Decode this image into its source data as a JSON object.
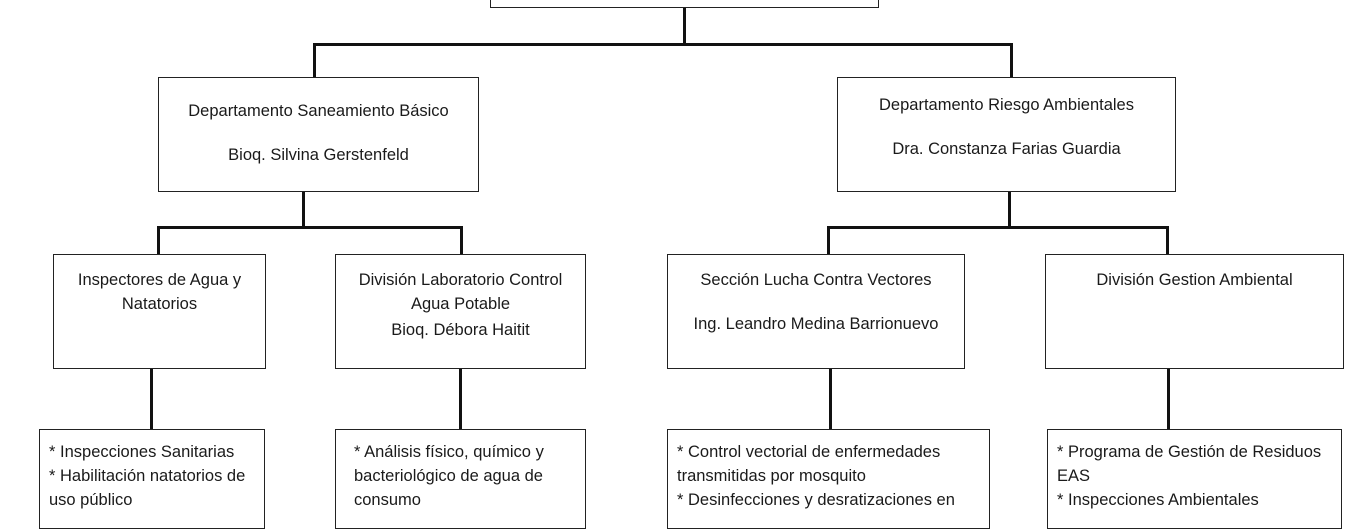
{
  "org_chart": {
    "departments": [
      {
        "title": "Departamento Saneamiento Básico",
        "head": "Bioq. Silvina Gerstenfeld",
        "units": [
          {
            "title": "Inspectores de Agua y Natatorios",
            "head": "",
            "tasks": [
              "* Inspecciones Sanitarias",
              "* Habilitación natatorios de uso público"
            ]
          },
          {
            "title": "División Laboratorio Control Agua Potable",
            "head": "Bioq. Débora Haitit",
            "tasks": [
              "* Análisis físico, químico y bacteriológico de agua de consumo"
            ]
          }
        ]
      },
      {
        "title": "Departamento Riesgo Ambientales",
        "head": "Dra. Constanza Farias Guardia",
        "units": [
          {
            "title": "Sección Lucha Contra Vectores",
            "head": "Ing. Leandro Medina Barrionuevo",
            "tasks": [
              "* Control vectorial de enfermedades transmitidas por mosquito",
              "* Desinfecciones y desratizaciones en"
            ]
          },
          {
            "title": "División Gestion Ambiental",
            "head": "",
            "tasks": [
              "* Programa de Gestión de Residuos EAS",
              "* Inspecciones Ambientales"
            ]
          }
        ]
      }
    ]
  }
}
